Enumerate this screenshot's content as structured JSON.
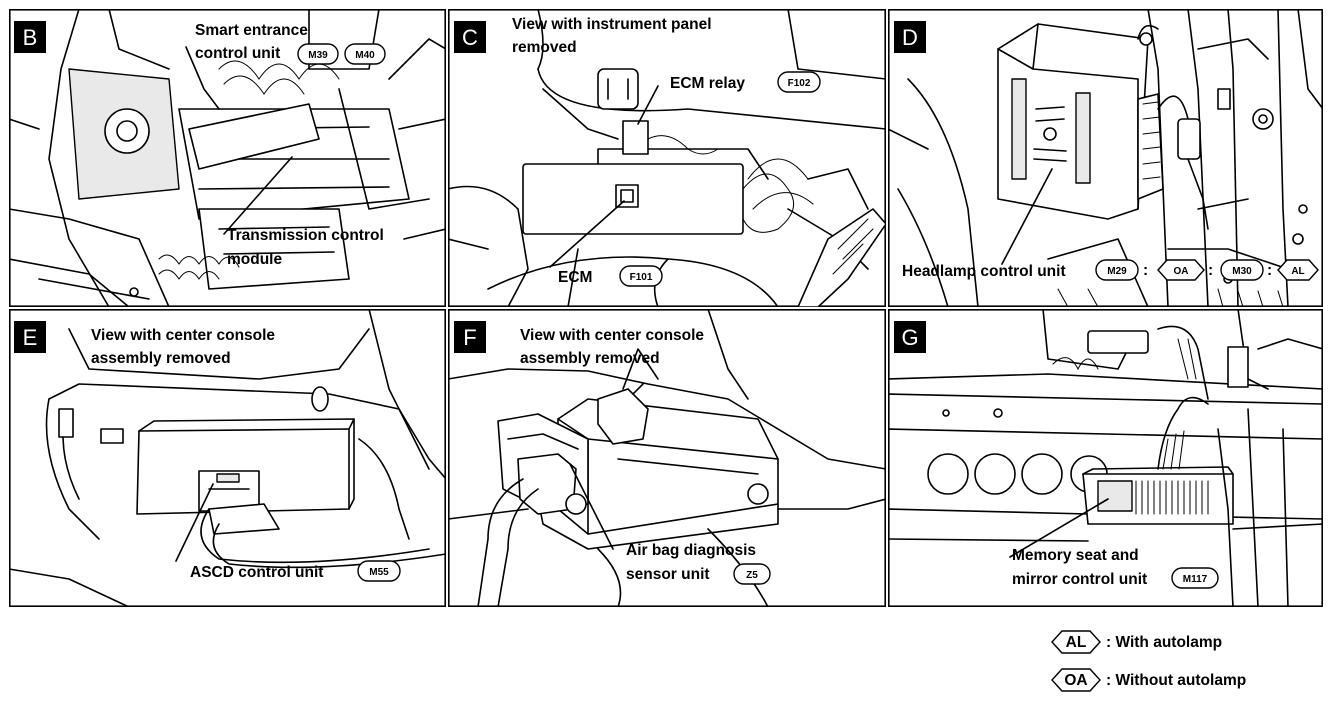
{
  "panels": {
    "B": {
      "letter": "B",
      "label1_line1": "Smart entrance",
      "label1_line2": "control unit",
      "conn1": "M39",
      "conn2": "M40",
      "label2_line1": "Transmission control",
      "label2_line2": "module"
    },
    "C": {
      "letter": "C",
      "note_line1": "View with instrument panel",
      "note_line2": "removed",
      "relay_label": "ECM relay",
      "relay_conn": "F102",
      "ecm_label": "ECM",
      "ecm_conn": "F101"
    },
    "D": {
      "letter": "D",
      "label": "Headlamp control unit",
      "conn1": "M29",
      "tag1": "OA",
      "sep": ":",
      "conn2": "M30",
      "tag2": "AL"
    },
    "E": {
      "letter": "E",
      "note_line1": "View with center console",
      "note_line2": "assembly removed",
      "label": "ASCD control unit",
      "conn": "M55"
    },
    "F": {
      "letter": "F",
      "note_line1": "View with center console",
      "note_line2": "assembly removed",
      "label_line1": "Air bag diagnosis",
      "label_line2": "sensor unit",
      "conn": "Z5"
    },
    "G": {
      "letter": "G",
      "label_line1": "Memory seat and",
      "label_line2": "mirror control unit",
      "conn": "M117"
    }
  },
  "legend": [
    {
      "tag": "AL",
      "text": ": With autolamp"
    },
    {
      "tag": "OA",
      "text": ": Without autolamp"
    }
  ]
}
